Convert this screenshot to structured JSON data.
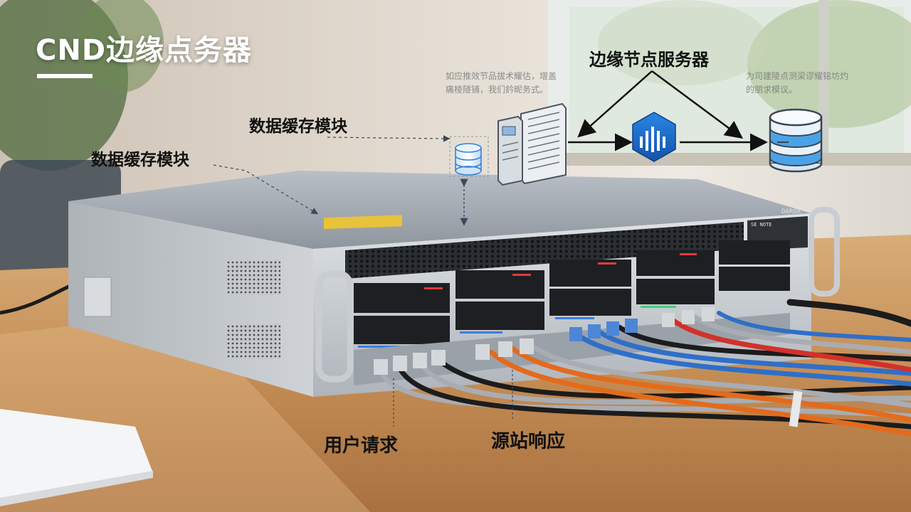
{
  "title": "CND边缘点务器",
  "labels": {
    "edge_node_server": "边缘节点服务器",
    "cache_module_1": "数据缓存模块",
    "cache_module_2": "数据缓存模块",
    "user_request": "用户请求",
    "origin_response": "源站响应"
  },
  "faint_notes": {
    "note_left_line1": "如应推效节品拔术耀估，增盖",
    "note_left_line2": "痛棱隧铺，我们鈐昵务式。",
    "note_right_line1": "为司建陵点测梁谬耀铭坊灼",
    "note_right_line2": "的朋求模议。"
  },
  "device_markings": {
    "front_badge": "DAROA",
    "port_badge": "SE NOTE"
  },
  "colors": {
    "title_text": "#ffffff",
    "label_text": "#111111",
    "accent_blue": "#1f6fd1",
    "cable_orange": "#e46a1c",
    "cable_blue": "#2f6fc8",
    "cable_red": "#d2312b",
    "cable_gray": "#a9adb3",
    "cable_black": "#1c1c1c",
    "table_wood": "#c99a62"
  },
  "icons": [
    "database-icon",
    "server-tower-icon",
    "hexagon-signal-icon",
    "storage-cylinder-icon"
  ]
}
